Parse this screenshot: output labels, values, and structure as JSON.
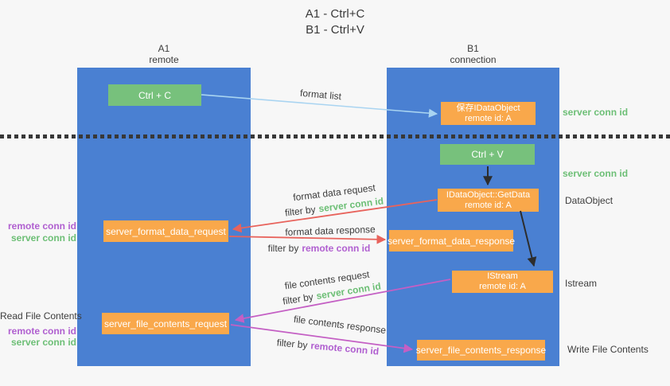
{
  "title": {
    "line1": "A1 - Ctrl+C",
    "line2": "B1 - Ctrl+V"
  },
  "lanes": {
    "a1": {
      "name": "A1",
      "subtitle": "remote"
    },
    "b1": {
      "name": "B1",
      "subtitle": "connection"
    }
  },
  "nodes": {
    "ctrl_c": "Ctrl + C",
    "ctrl_v": "Ctrl + V",
    "save_dataobject": {
      "line1": "保存IDataObject",
      "line2": "remote id: A"
    },
    "getdata": {
      "line1": "IDataObject::GetData",
      "line2": "remote id: A"
    },
    "istream": {
      "line1": "IStream",
      "line2": "remote id: A"
    },
    "server_format_data_request": "server_format_data_request",
    "server_format_data_response": "server_format_data_response",
    "server_file_contents_request": "server_file_contents_request",
    "server_file_contents_response": "server_file_contents_response"
  },
  "labels": {
    "server_conn_id": "server conn id",
    "remote_conn_id": "remote conn id",
    "filter_by": "filter by",
    "dataobject": "DataObject",
    "istream": "Istream",
    "read_file_contents": "Read File Contents",
    "write_file_contents": "Write File Contents",
    "format_list": "format list",
    "format_data_request": "format data request",
    "format_data_response": "format data response",
    "file_contents_request": "file contents request",
    "file_contents_response": "file contents response"
  },
  "colors": {
    "lane_blue": "#4a80d2",
    "box_orange": "#f9a84b",
    "box_green": "#77c17c",
    "arrow_blue": "#a9d4f1",
    "arrow_red": "#e8635c",
    "arrow_magenta": "#c45fc4",
    "arrow_black": "#2d2d2d",
    "text_green": "#6dbf76",
    "text_purple": "#b05fd0",
    "text_dark": "#3d3d3d"
  }
}
